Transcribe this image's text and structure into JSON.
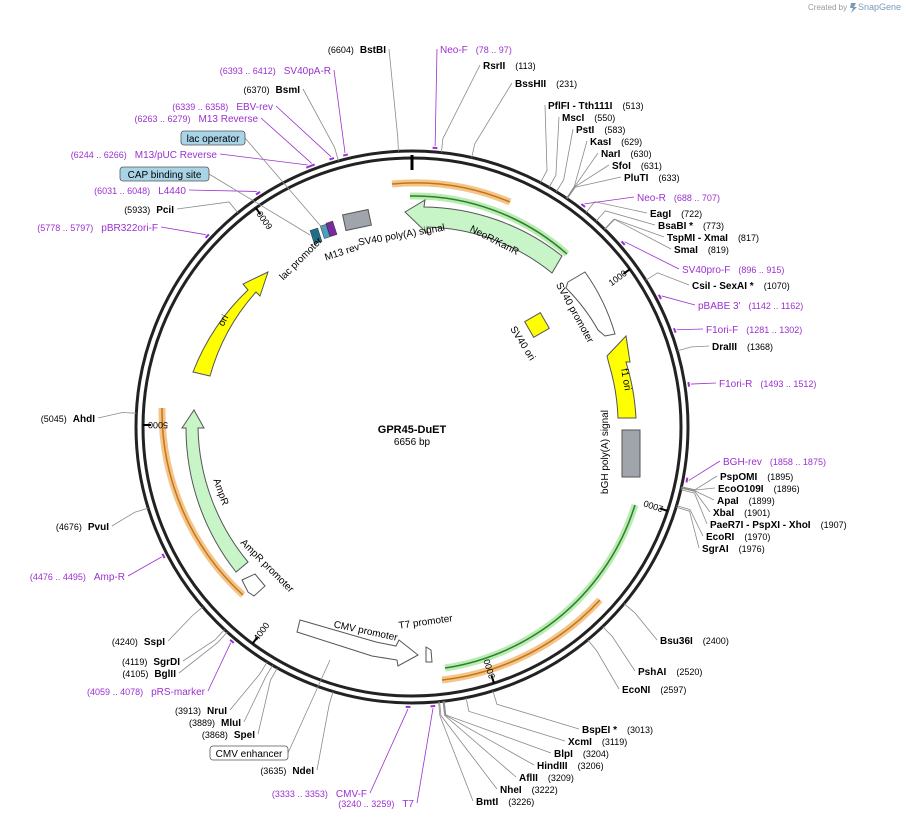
{
  "credit": {
    "prefix": "Created by",
    "brand": "SnapGene"
  },
  "plasmid": {
    "name": "GPR45-DuET",
    "length_label": "6656 bp",
    "length_bp": 6656
  },
  "ticks": [
    {
      "label": "1000",
      "bp": 1000
    },
    {
      "label": "2000",
      "bp": 2000
    },
    {
      "label": "3000",
      "bp": 3000
    },
    {
      "label": "4000",
      "bp": 4000
    },
    {
      "label": "5000",
      "bp": 5000
    },
    {
      "label": "6000",
      "bp": 6000
    }
  ],
  "enzymes_right": [
    {
      "name": "RsrII",
      "pos": "(113)",
      "bp": 113
    },
    {
      "name": "BssHII",
      "pos": "(231)",
      "bp": 231
    },
    {
      "name": "PflFI  - Tth111I",
      "pos": "(513)",
      "bp": 513
    },
    {
      "name": "MscI",
      "pos": "(550)",
      "bp": 550
    },
    {
      "name": "PstI",
      "pos": "(583)",
      "bp": 583
    },
    {
      "name": "KasI",
      "pos": "(629)",
      "bp": 629
    },
    {
      "name": "NarI",
      "pos": "(630)",
      "bp": 630
    },
    {
      "name": "SfoI",
      "pos": "(631)",
      "bp": 631
    },
    {
      "name": "PluTI",
      "pos": "(633)",
      "bp": 633
    },
    {
      "name": "EagI",
      "pos": "(722)",
      "bp": 722
    },
    {
      "name": "BsaBI *",
      "pos": "(773)",
      "bp": 773
    },
    {
      "name": "TspMI  - XmaI",
      "pos": "(817)",
      "bp": 817
    },
    {
      "name": "SmaI",
      "pos": "(819)",
      "bp": 819
    },
    {
      "name": "CsiI  - SexAI *",
      "pos": "(1070)",
      "bp": 1070
    },
    {
      "name": "DraIII",
      "pos": "(1368)",
      "bp": 1368
    },
    {
      "name": "PspOMI",
      "pos": "(1895)",
      "bp": 1895
    },
    {
      "name": "EcoO109I",
      "pos": "(1896)",
      "bp": 1896
    },
    {
      "name": "ApaI",
      "pos": "(1899)",
      "bp": 1899
    },
    {
      "name": "XbaI",
      "pos": "(1901)",
      "bp": 1901
    },
    {
      "name": "PaeR7I  - PspXI  - XhoI",
      "pos": "(1907)",
      "bp": 1907
    },
    {
      "name": "EcoRI",
      "pos": "(1970)",
      "bp": 1970
    },
    {
      "name": "SgrAI",
      "pos": "(1976)",
      "bp": 1976
    },
    {
      "name": "Bsu36I",
      "pos": "(2400)",
      "bp": 2400
    },
    {
      "name": "PshAI",
      "pos": "(2520)",
      "bp": 2520
    },
    {
      "name": "EcoNI",
      "pos": "(2597)",
      "bp": 2597
    },
    {
      "name": "BspEI *",
      "pos": "(3013)",
      "bp": 3013
    },
    {
      "name": "XcmI",
      "pos": "(3119)",
      "bp": 3119
    },
    {
      "name": "BlpI",
      "pos": "(3204)",
      "bp": 3204
    },
    {
      "name": "HindIII",
      "pos": "(3206)",
      "bp": 3206
    },
    {
      "name": "AflII",
      "pos": "(3209)",
      "bp": 3209
    },
    {
      "name": "NheI",
      "pos": "(3222)",
      "bp": 3222
    },
    {
      "name": "BmtI",
      "pos": "(3226)",
      "bp": 3226
    }
  ],
  "enzymes_left": [
    {
      "name": "BstBI",
      "pos": "(6604)",
      "bp": 6604
    },
    {
      "name": "BsmI",
      "pos": "(6370)",
      "bp": 6370
    },
    {
      "name": "PciI",
      "pos": "(5933)",
      "bp": 5933
    },
    {
      "name": "AhdI",
      "pos": "(5045)",
      "bp": 5045
    },
    {
      "name": "PvuI",
      "pos": "(4676)",
      "bp": 4676
    },
    {
      "name": "SspI",
      "pos": "(4240)",
      "bp": 4240
    },
    {
      "name": "SgrDI",
      "pos": "(4119)",
      "bp": 4119
    },
    {
      "name": "BglII",
      "pos": "(4105)",
      "bp": 4105
    },
    {
      "name": "NruI",
      "pos": "(3913)",
      "bp": 3913
    },
    {
      "name": "MluI",
      "pos": "(3889)",
      "bp": 3889
    },
    {
      "name": "SpeI",
      "pos": "(3868)",
      "bp": 3868
    },
    {
      "name": "NdeI",
      "pos": "(3635)",
      "bp": 3635
    }
  ],
  "primers": [
    {
      "name": "Neo-F",
      "range": "(78 .. 97)",
      "bp": 87
    },
    {
      "name": "Neo-R",
      "range": "(688 .. 707)",
      "bp": 697
    },
    {
      "name": "SV40pro-F",
      "range": "(896 .. 915)",
      "bp": 905
    },
    {
      "name": "pBABE 3'",
      "range": "(1142 .. 1162)",
      "bp": 1152
    },
    {
      "name": "F1ori-F",
      "range": "(1281 .. 1302)",
      "bp": 1291
    },
    {
      "name": "F1ori-R",
      "range": "(1493 .. 1512)",
      "bp": 1502
    },
    {
      "name": "BGH-rev",
      "range": "(1858 .. 1875)",
      "bp": 1866
    },
    {
      "name": "T7",
      "range": "(3240 .. 3259)",
      "bp": 3249
    },
    {
      "name": "CMV-F",
      "range": "(3333 .. 3353)",
      "bp": 3343
    },
    {
      "name": "pRS-marker",
      "range": "(4059 .. 4078)",
      "bp": 4068
    },
    {
      "name": "Amp-R",
      "range": "(4476 .. 4495)",
      "bp": 4485
    },
    {
      "name": "pBR322ori-F",
      "range": "(5778 .. 5797)",
      "bp": 5787
    },
    {
      "name": "L4440",
      "range": "(6031 .. 6048)",
      "bp": 6039
    },
    {
      "name": "M13/pUC Reverse",
      "range": "(6244 .. 6266)",
      "bp": 6255
    },
    {
      "name": "M13 Reverse",
      "range": "(6263 .. 6279)",
      "bp": 6271
    },
    {
      "name": "EBV-rev",
      "range": "(6339 .. 6358)",
      "bp": 6348
    },
    {
      "name": "SV40pA-R",
      "range": "(6393 .. 6412)",
      "bp": 6402
    }
  ],
  "boxed_labels": [
    {
      "name": "lac operator"
    },
    {
      "name": "CAP binding site"
    },
    {
      "name": "CMV enhancer"
    }
  ],
  "features": [
    {
      "name": "NeoR/KanR",
      "color": "#c8f5c8"
    },
    {
      "name": "SV40 promoter",
      "color": "#ffffff"
    },
    {
      "name": "SV40 ori",
      "color": "#ffff00"
    },
    {
      "name": "f1 ori",
      "color": "#ffff00"
    },
    {
      "name": "bGH poly(A) signal",
      "color": "#a0a4ab"
    },
    {
      "name": "T7 promoter",
      "color": "#ffffff"
    },
    {
      "name": "CMV promoter",
      "color": "#ffffff"
    },
    {
      "name": "AmpR promoter",
      "color": "#ffffff"
    },
    {
      "name": "AmpR",
      "color": "#c8f5c8"
    },
    {
      "name": "ori",
      "color": "#ffff00"
    },
    {
      "name": "lac promoter",
      "color": "#ffffff"
    },
    {
      "name": "M13 rev",
      "color": "#ffffff"
    },
    {
      "name": "SV40 poly(A) signal",
      "color": "#a0a4ab"
    }
  ],
  "colors": {
    "primer": "#9b30d0",
    "feature_green": "#c8f5c8",
    "feature_yellow": "#ffff00",
    "feature_gray": "#a0a4ab",
    "orf_orange": "#e8a040",
    "orf_green": "#2e7d2e",
    "box_blue": "#a8d4e6"
  }
}
